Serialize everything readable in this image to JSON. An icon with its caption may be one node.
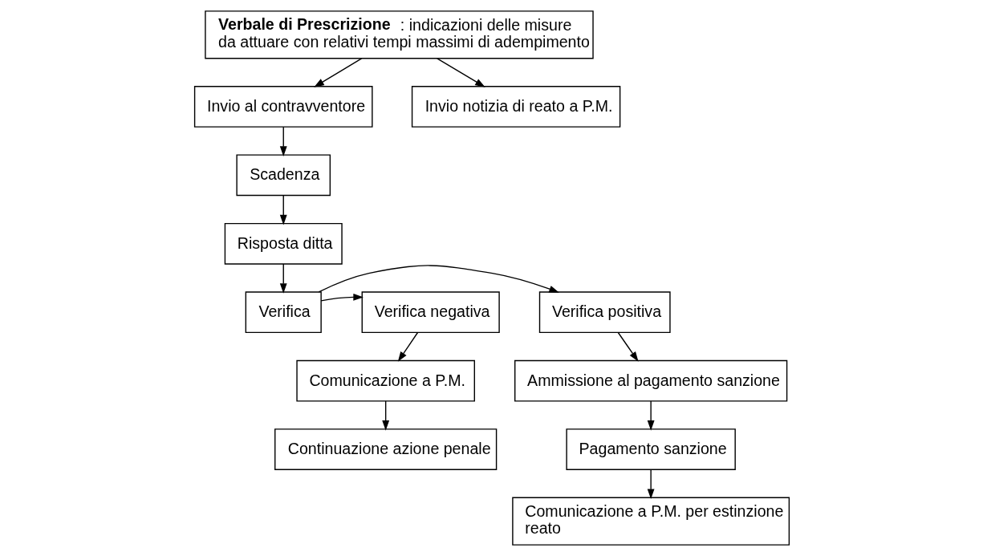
{
  "diagram": {
    "nodes": [
      {
        "text": [
          "**Verbale di Prescrizione**: indicazioni delle misure da attuare con relativi tempi massimi di adempimento"
        ]
      },
      {
        "text": [
          "Invio al contravventore"
        ]
      },
      {
        "text": [
          "Invio notizia di reato a P.M."
        ]
      },
      {
        "text": [
          "Scadenza"
        ]
      },
      {
        "text": [
          "Risposta ditta"
        ]
      },
      {
        "text": [
          "Verifica positiva"
        ]
      },
      {
        "text": [
          "Verifica"
        ]
      },
      {
        "text": [
          "Verifica negativa"
        ]
      },
      {
        "text": [
          "Ammissione al pagamento sanzione"
        ]
      },
      {
        "text": [
          "Comunicazione a P.M."
        ]
      },
      {
        "text": [
          "Pagamento sanzione"
        ]
      },
      {
        "text": [
          "Continuazione azione penale"
        ]
      },
      {
        "text": [
          "Comunicazione a P.M. per estinzione reato"
        ]
      }
    ],
    "edges": [
      {
        "from": 0,
        "to": 1,
        "arrow": "to"
      },
      {
        "from": 0,
        "to": 2,
        "arrow": "to"
      },
      {
        "from": 1,
        "to": 3,
        "arrow": "to"
      },
      {
        "from": 3,
        "to": 4,
        "arrow": "to"
      },
      {
        "from": 4,
        "to": 6,
        "arrow": "to"
      },
      {
        "from": 6,
        "to": 5,
        "arrow": "to"
      },
      {
        "from": 6,
        "to": 7,
        "arrow": "to"
      },
      {
        "from": 5,
        "to": 8,
        "arrow": "to"
      },
      {
        "from": 8,
        "to": 10,
        "arrow": "to"
      },
      {
        "from": 10,
        "to": 12,
        "arrow": "to"
      },
      {
        "from": 7,
        "to": 9,
        "arrow": "to"
      },
      {
        "from": 9,
        "to": 11,
        "arrow": "to"
      }
    ]
  }
}
